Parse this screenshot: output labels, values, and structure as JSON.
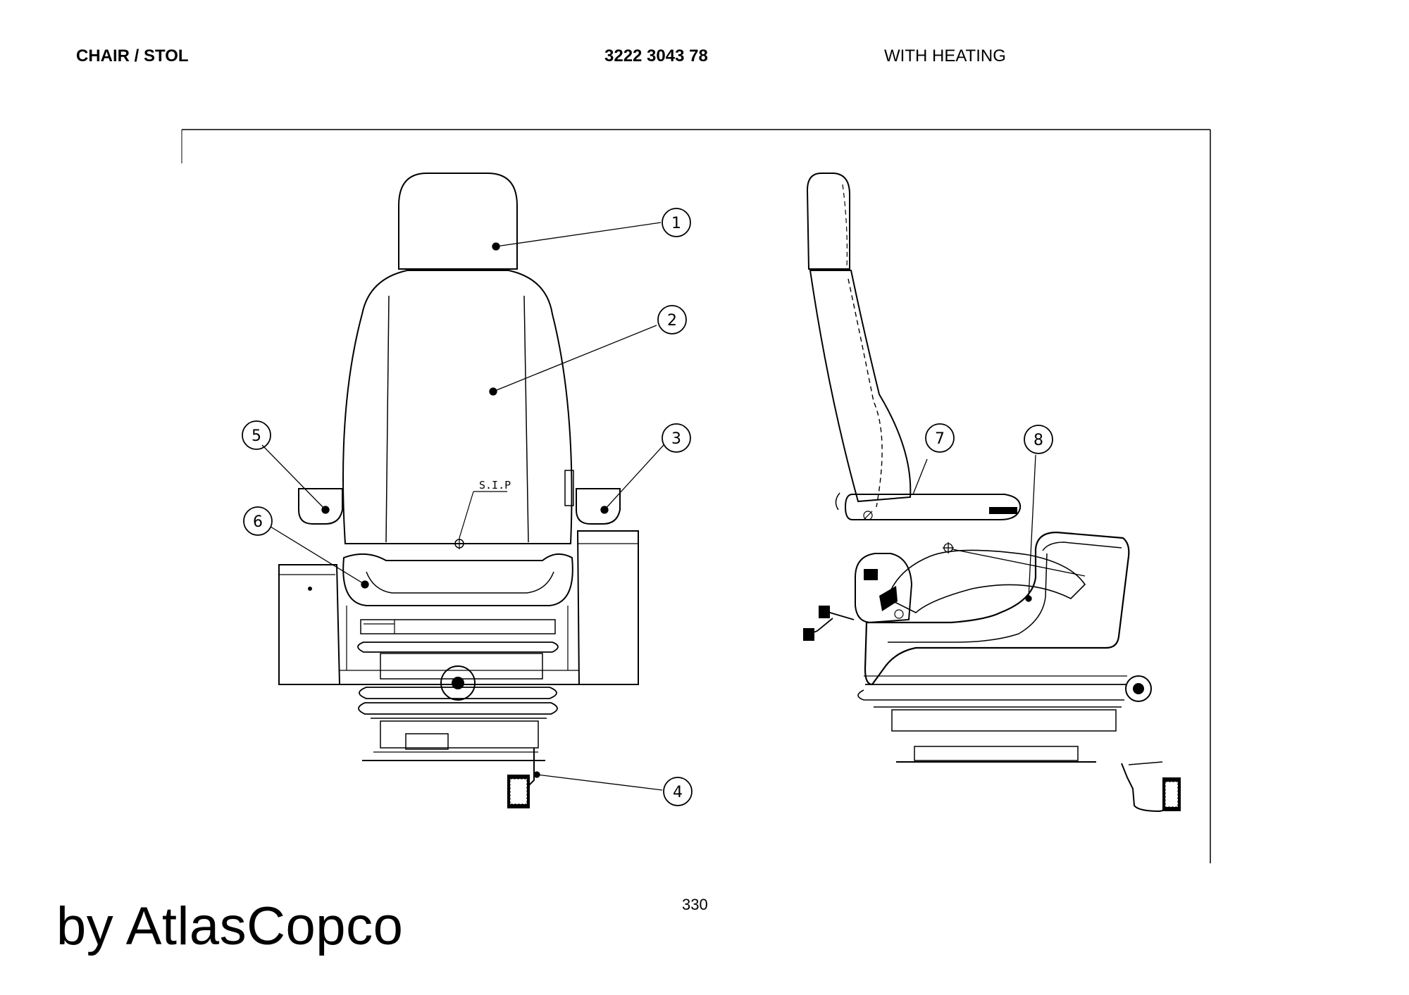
{
  "header": {
    "title": "CHAIR / STOL",
    "part_number": "3222 3043 78",
    "variant": "WITH HEATING"
  },
  "diagram": {
    "callouts": [
      "1",
      "2",
      "3",
      "4",
      "5",
      "6",
      "7",
      "8"
    ],
    "annotation": "S.I.P"
  },
  "footer": {
    "page_number": "330",
    "brand": "by AtlasCopco"
  }
}
